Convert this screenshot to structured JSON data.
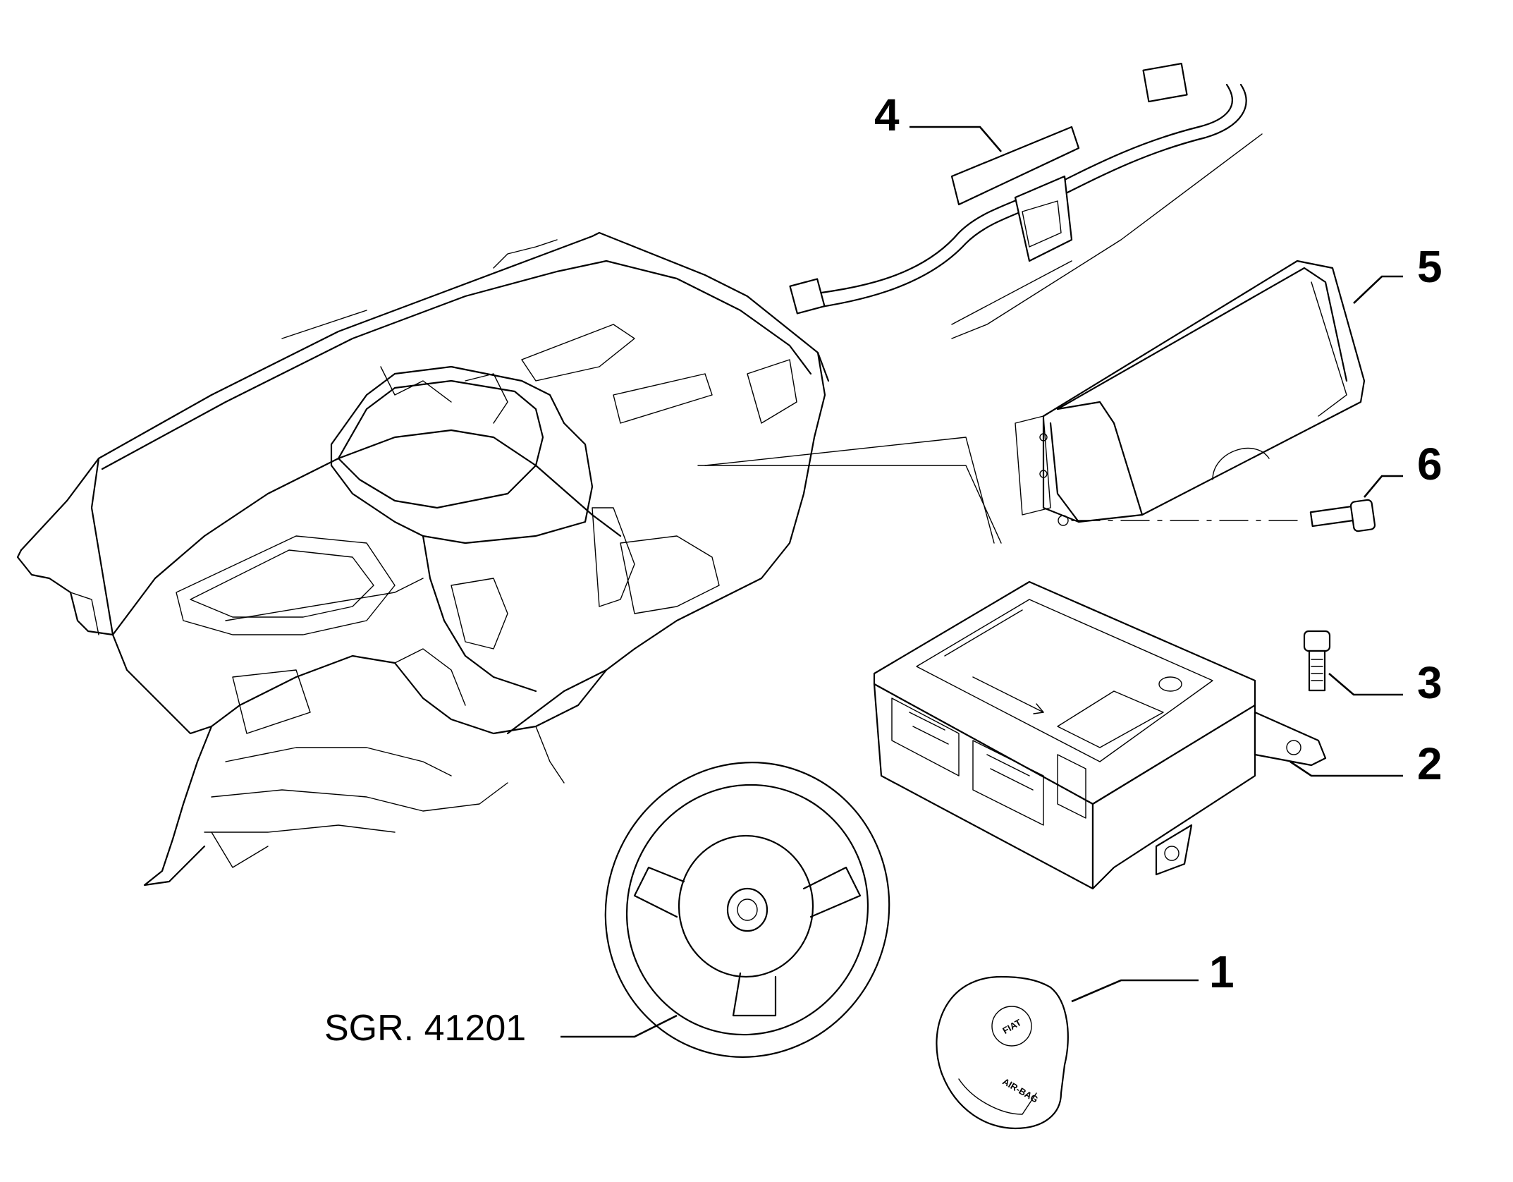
{
  "callouts": {
    "c1": "1",
    "c2": "2",
    "c3": "3",
    "c4": "4",
    "c5": "5",
    "c6": "6"
  },
  "reference": "SGR. 41201",
  "emblem": {
    "brand": "FIAT",
    "airbag": "AIR-BAG"
  }
}
